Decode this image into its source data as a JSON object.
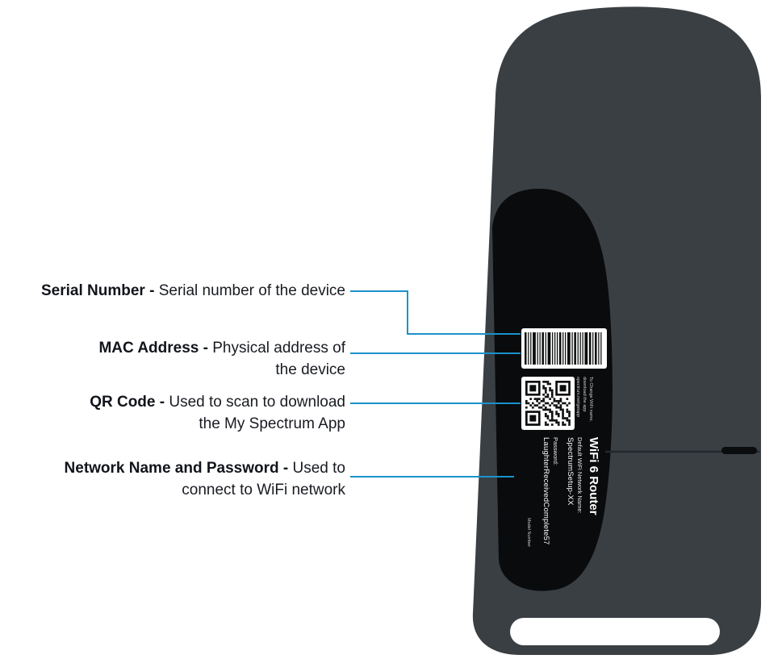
{
  "diagram": {
    "callouts": {
      "serial": {
        "term": "Serial Number -",
        "line1": "Serial number of the device"
      },
      "mac": {
        "term": "MAC Address -",
        "line1": "Physical address of",
        "line2": "the device"
      },
      "qr": {
        "term": "QR Code -",
        "line1": "Used to scan to download",
        "line2": "the My Spectrum App"
      },
      "network": {
        "term": "Network Name and Password -",
        "line1": "Used to",
        "line2": "connect to WiFi network"
      }
    },
    "router_label": {
      "title": "WiFi 6 Router",
      "network_name_label": "Default WiFi Network Name:",
      "network_name": "SpectrumSetup-XX",
      "password_label": "Password:",
      "password": "LaughterReceivedComplete57",
      "model_label": "Model Number",
      "qr_note_line1": "To Change WiFi name,",
      "qr_note_line2": "download the app",
      "qr_note_line3": "spectrum.net/getapp"
    },
    "colors": {
      "accent_blue": "#1a92cc",
      "router_body": "#3a3f44",
      "label_black": "#0a0b0c",
      "text_dark": "#191b22"
    }
  }
}
